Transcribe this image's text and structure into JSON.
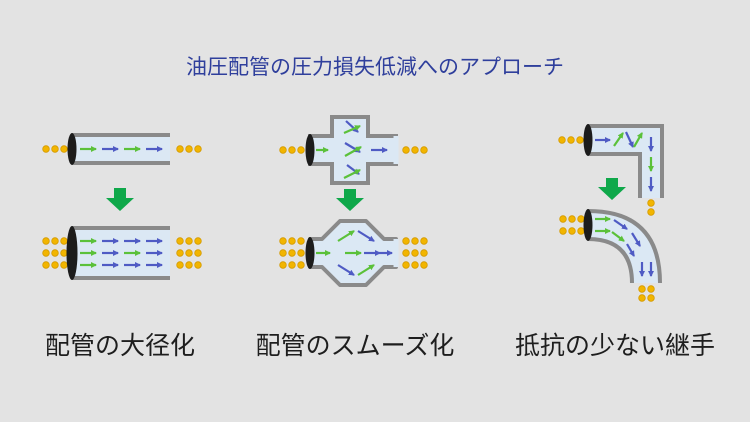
{
  "title": "油圧配管の圧力損失低減へのアプローチ",
  "methods": [
    {
      "label": "配管の大径化"
    },
    {
      "label": "配管のスムーズ化"
    },
    {
      "label": "抵抗の少ない継手"
    }
  ],
  "colors": {
    "background": "#e3e3e3",
    "title": "#2f3f9c",
    "pipe_wall": "#8a8a8a",
    "pipe_fill": "#dbe8f4",
    "flow_green": "#5bc13a",
    "flow_blue": "#4f5bc4",
    "particle": "#f2b500",
    "transition_arrow": "#0fa84a"
  }
}
